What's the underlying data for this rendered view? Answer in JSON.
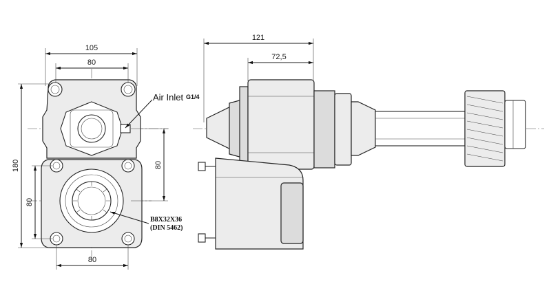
{
  "dimensions": {
    "top_width": "105",
    "top_inner": "80",
    "height_left": "180",
    "right_vertical": "80",
    "left_vertical": "80",
    "bottom_width": "80",
    "side_length": "121",
    "side_offset": "72,5"
  },
  "labels": {
    "air_inlet": "Air Inlet",
    "air_inlet_thread": "G1/4",
    "spline_line1": "B8X32X36",
    "spline_line2": "(DIN 5462)"
  }
}
